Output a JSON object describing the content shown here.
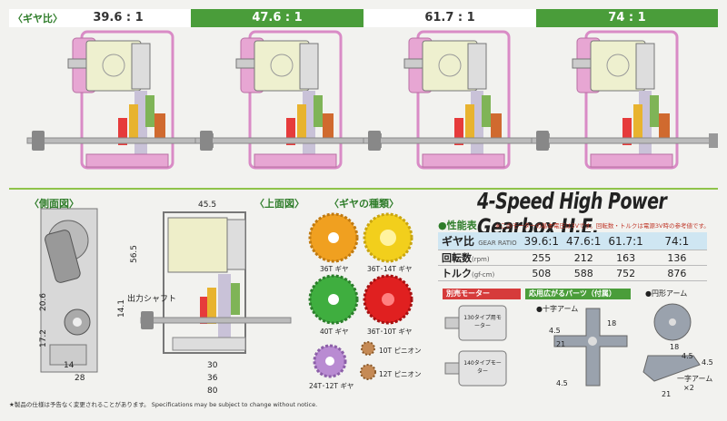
{
  "header": {
    "gear_ratio_label": "〈ギヤ比〉",
    "ratios": [
      "39.6 : 1",
      "47.6 : 1",
      "61.7 : 1",
      "74 : 1"
    ]
  },
  "sections": {
    "side_view": "〈側面図〉",
    "top_view": "〈上面図〉",
    "gear_types": "〈ギヤの種類〉"
  },
  "title": "4-Speed High Power Gearbox H.E.",
  "spec": {
    "heading": "●性能表",
    "note": "※このモーターの基本電圧は3Vです。回転数・トルクは電源3V時の参考値です。",
    "header_label": "ギヤ比",
    "header_sub": "GEAR RATIO",
    "ratios": [
      "39.6:1",
      "47.6:1",
      "61.7:1",
      "74:1"
    ],
    "rows": [
      {
        "label": "回転数",
        "unit": "(rpm)",
        "values": [
          "255",
          "212",
          "163",
          "136"
        ]
      },
      {
        "label": "トルク",
        "unit": "(gf-cm)",
        "values": [
          "508",
          "588",
          "752",
          "876"
        ]
      }
    ]
  },
  "gears": {
    "g36": "36T ギヤ",
    "g36_14": "36T･14T ギヤ",
    "g40": "40T ギヤ",
    "g36_10": "36T･10T ギヤ",
    "g24_12": "24T･12T ギヤ",
    "p10": "10T ピニオン",
    "p12": "12T ピニオン"
  },
  "dimensions": {
    "d45_5": "45.5",
    "d56_5": "56.5",
    "d20_6": "20.6",
    "d14_1": "14.1",
    "d17_2": "17.2",
    "d14": "14",
    "d28": "28",
    "d30": "30",
    "d36": "36",
    "d80": "80",
    "output_shaft": "出力シャフト"
  },
  "parts": {
    "separate_motor": "別売モーター",
    "motor130": "130タイプ用モーター",
    "motor140": "140タイプモーター",
    "expansion": "応用広がるパーツ（付属）",
    "cross_arm": "●十字アーム",
    "round_arm": "●円形アーム",
    "straight_arm": "一字アーム",
    "straight_arm_qty": "×2",
    "dims": [
      "4.5",
      "21",
      "18",
      "4.5",
      "18",
      "4.5",
      "21",
      "4.5"
    ]
  },
  "footer": "★製品の仕様は予告なく変更されることがあります。 Specifications may be subject to change without notice.",
  "colors": {
    "accent_green": "#4a9d3a",
    "frame_pink": "#e7a6d3",
    "table_blue": "#cfe6f2",
    "gear_orange": "#f0a020",
    "gear_yellow": "#f2cf1c",
    "gear_green": "#3fae3f",
    "gear_red": "#e02020",
    "gear_purple": "#b98bd2",
    "pinion_bronze": "#c58a55"
  }
}
